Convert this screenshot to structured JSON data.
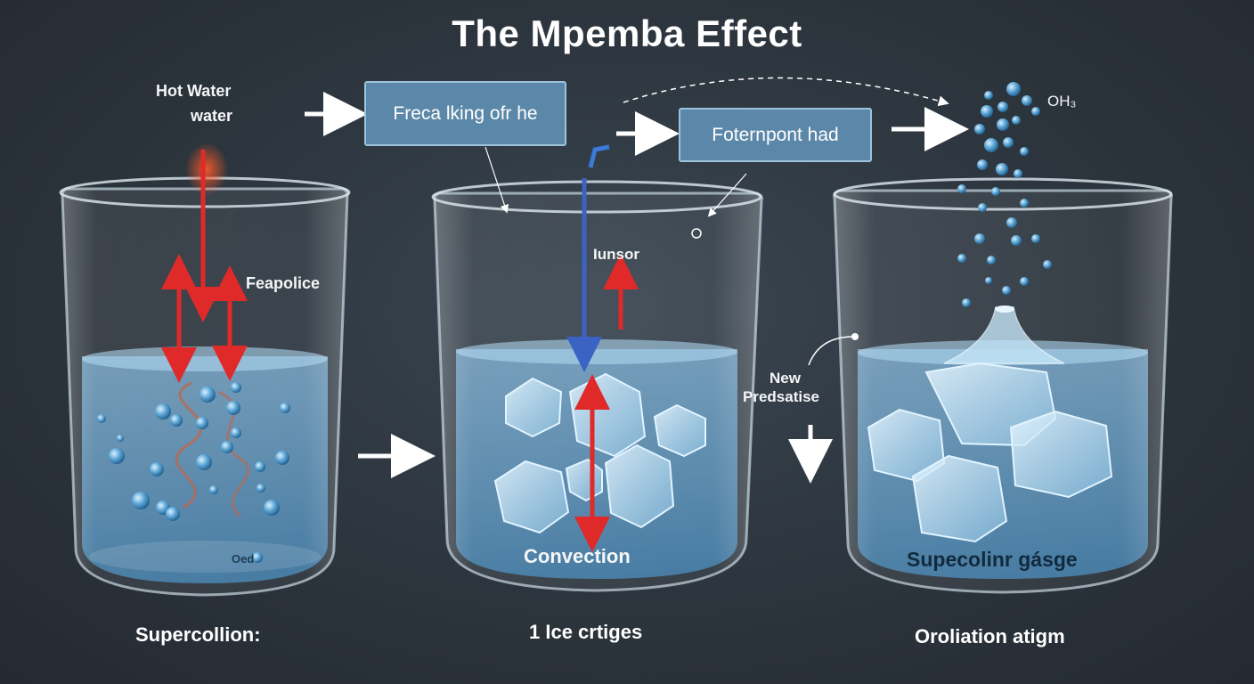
{
  "title": "The Mpemba Effect",
  "labels": {
    "hot_water_line1": "Hot Water",
    "hot_water_line2": "water",
    "feapolice": "Feapolice",
    "iunsor": "Iunsor",
    "convection": "Convection",
    "oed": "Oed",
    "new_predsatise_line1": "New",
    "new_predsatise_line2": "Predsatise",
    "oh3": "OH₃",
    "supecolinr": "Supecolinr gásge"
  },
  "boxes": {
    "box1": "Freca lking ofr he",
    "box2": "Foternpont had"
  },
  "captions": {
    "beaker1": "Supercollion:",
    "beaker2": "1 Ice crtiges",
    "beaker3": "Oroliation atigm"
  },
  "colors": {
    "background": "#2b333b",
    "box_fill": "#5b88a8",
    "box_border": "#9cc3dc",
    "heat_arrow": "#e02a2a",
    "cold_arrow": "#3a63c4",
    "water": "#6aa4cf"
  }
}
